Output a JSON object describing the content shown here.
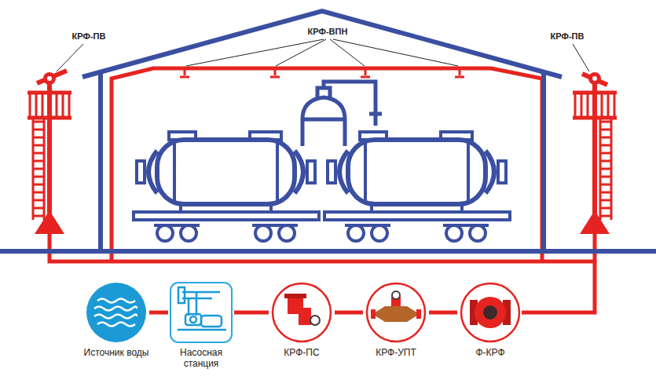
{
  "diagram": {
    "nodes": [
      {
        "text": [
          "Источник воды"
        ]
      },
      {
        "text": [
          "Насосная станция"
        ]
      },
      {
        "text": [
          "КРФ-ПС"
        ]
      },
      {
        "text": [
          "КРФ-УПТ"
        ]
      },
      {
        "text": [
          "Ф-КРФ"
        ]
      }
    ],
    "edges": [
      {
        "from": 0,
        "to": 1,
        "arrow": "none"
      },
      {
        "from": 1,
        "to": 2,
        "arrow": "none"
      },
      {
        "from": 2,
        "to": 3,
        "arrow": "none"
      },
      {
        "from": 3,
        "to": 4,
        "arrow": "none"
      }
    ],
    "labels": [
      "КРФ-ПВ",
      "КРФ-ВПН",
      "КРФ-ПВ"
    ]
  }
}
